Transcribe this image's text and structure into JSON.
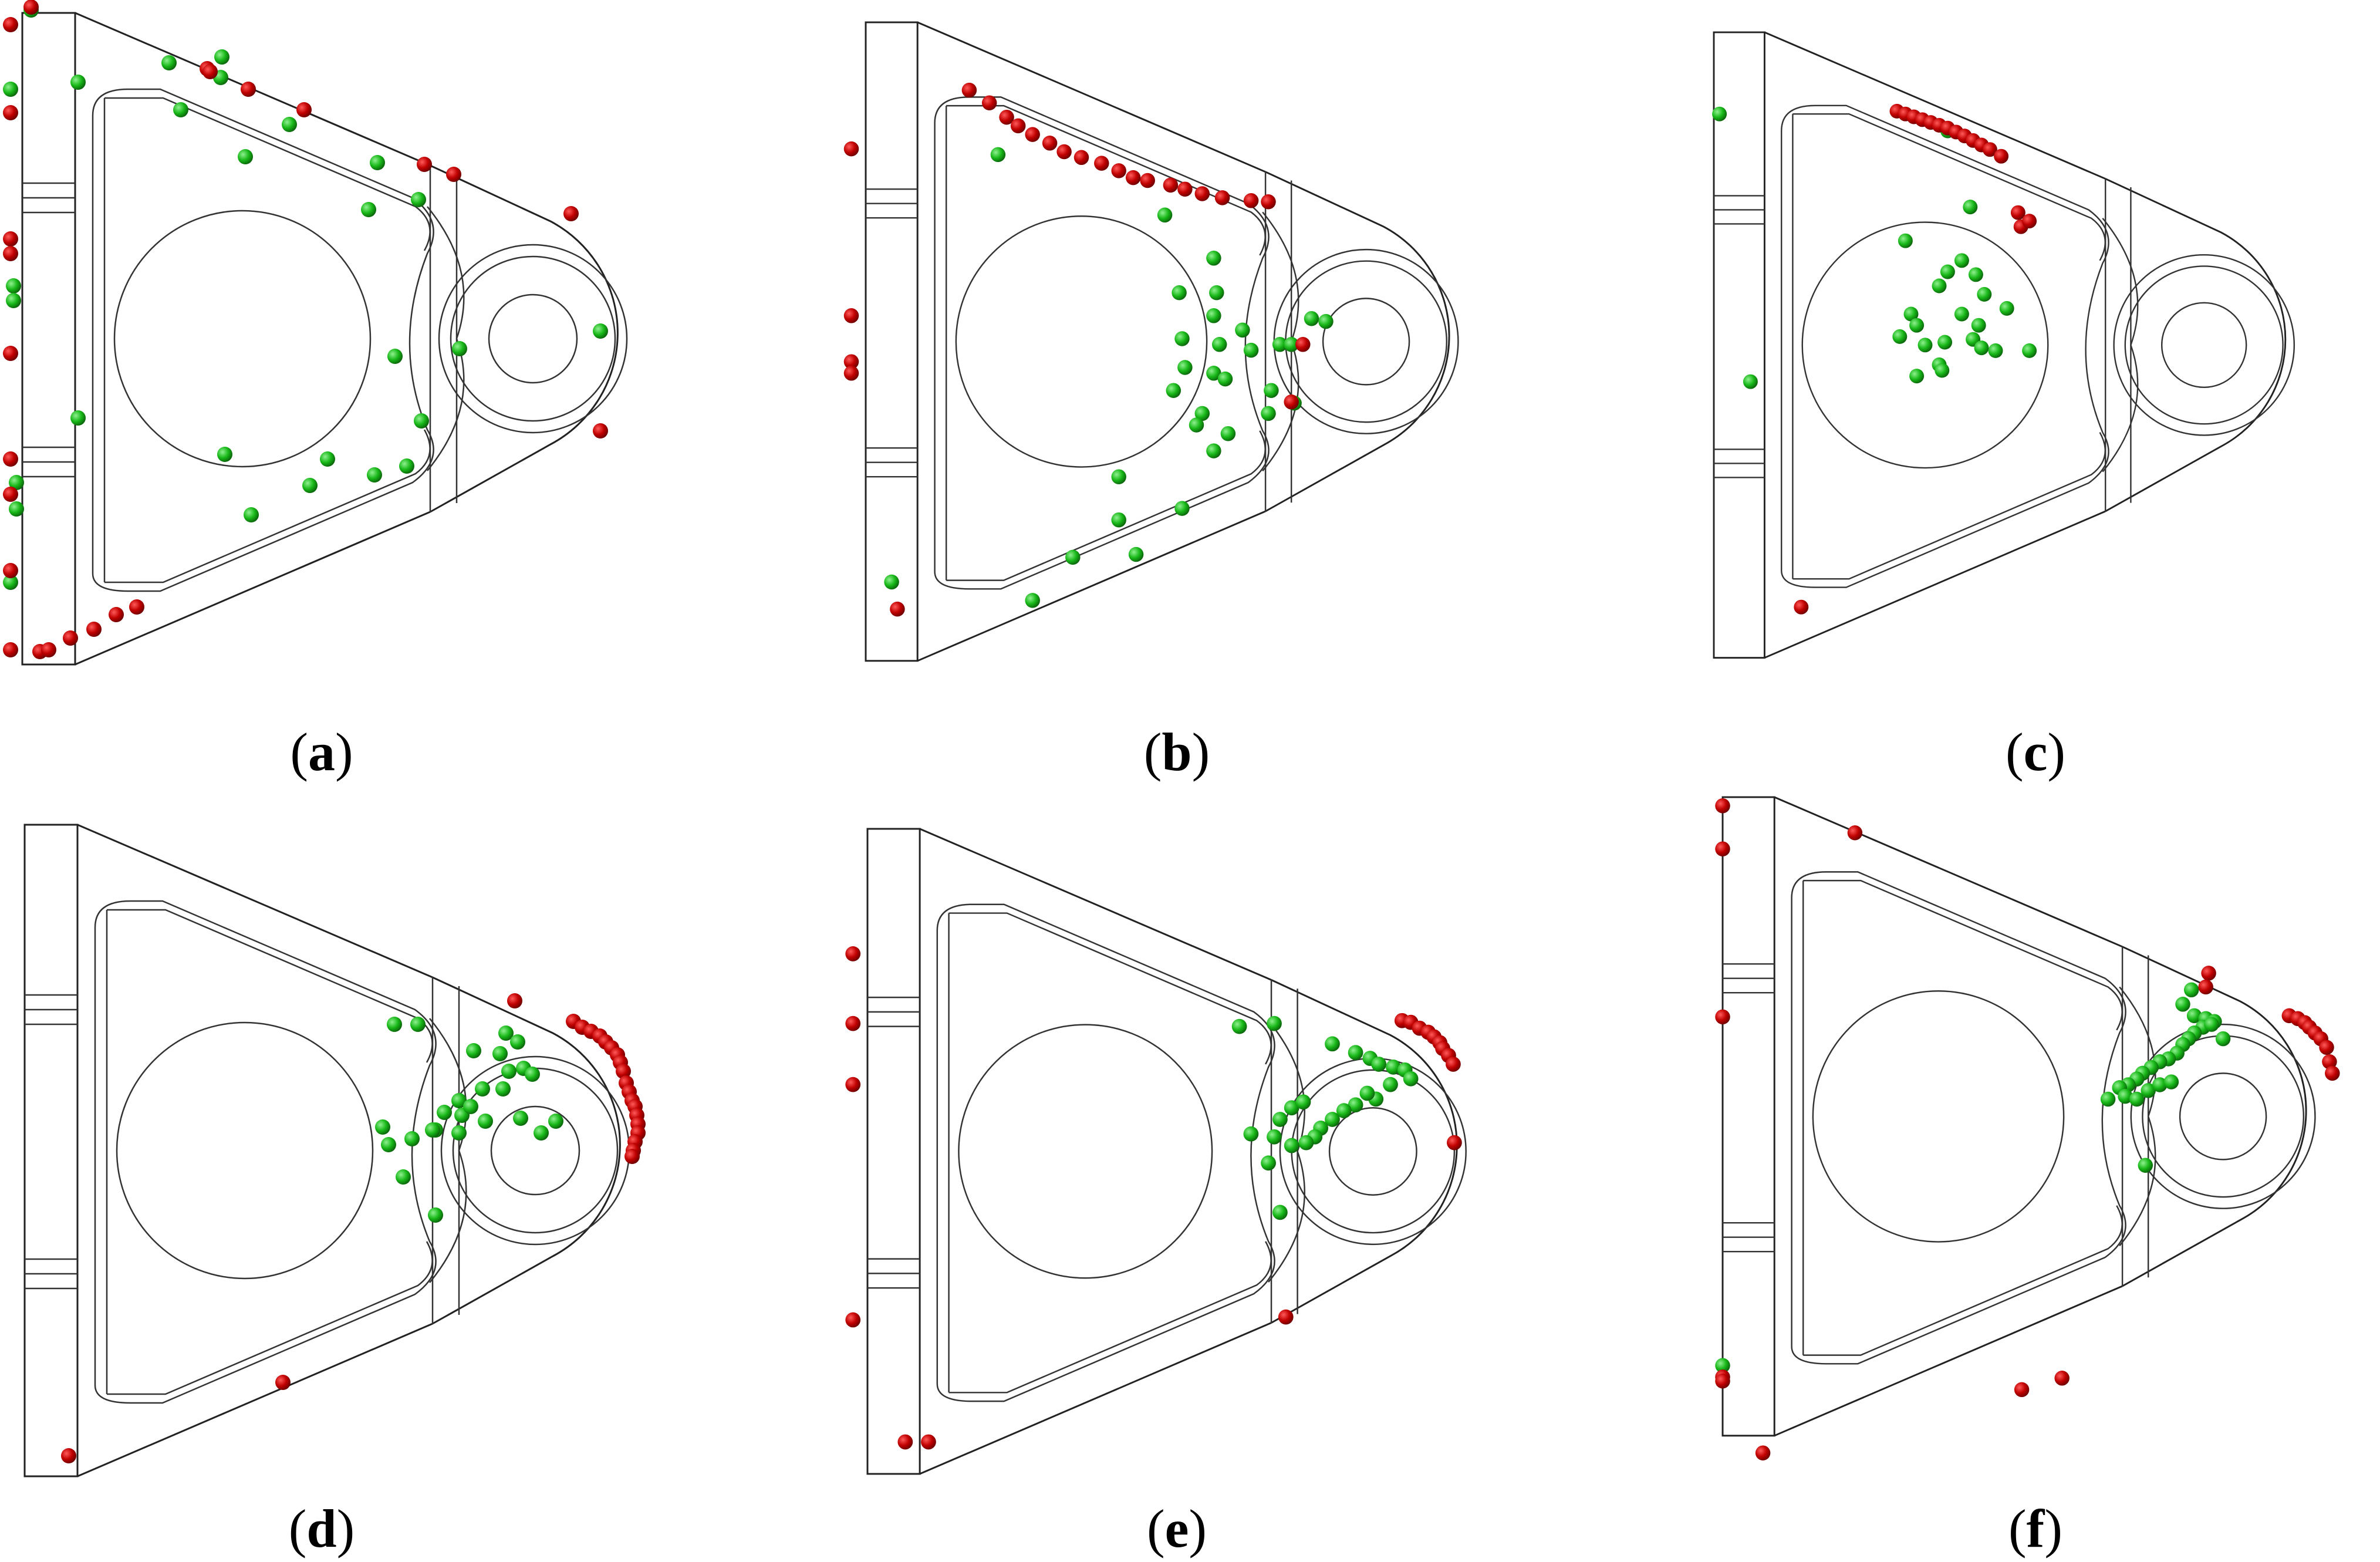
{
  "panels": [
    {
      "id": "a",
      "label": "a"
    },
    {
      "id": "b",
      "label": "b"
    },
    {
      "id": "c",
      "label": "c"
    },
    {
      "id": "d",
      "label": "d"
    },
    {
      "id": "e",
      "label": "e"
    },
    {
      "id": "f",
      "label": "f"
    }
  ],
  "colors": {
    "outline": "#222222",
    "marker_red": "#c00000",
    "marker_red_dark": "#7a0000",
    "marker_green": "#18b818",
    "marker_green_dark": "#0b6e0b"
  }
}
